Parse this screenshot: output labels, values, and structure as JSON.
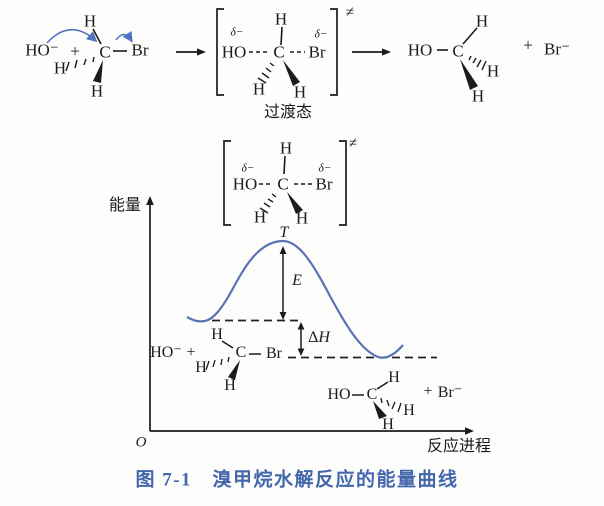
{
  "colors": {
    "curve_blue": "#5a72b4",
    "arrow_blue": "#4f74c0",
    "caption_blue": "#4467ac",
    "ink": "#1b1b1b"
  },
  "symbols": {
    "hydroxide_ion": "HO⁻",
    "hydroxyl": "HO",
    "plus": "+",
    "hydrogen": "H",
    "carbon": "C",
    "bromine": "Br",
    "bromide_ion": "Br⁻",
    "delta_minus": "δ−",
    "transition_symbol": "≠"
  },
  "labels": {
    "transition_state": "过渡态",
    "energy_axis": "能量",
    "progress_axis": "反应进程",
    "origin": "O",
    "peak": "T",
    "activation_energy": "E",
    "enthalpy_delta": "Δ",
    "enthalpy_h": "H"
  },
  "caption": "图 7-1　溴甲烷水解反应的能量曲线",
  "chart_data": {
    "type": "line",
    "title": "溴甲烷水解反应的能量曲线",
    "xlabel": "反应进程",
    "ylabel": "能量",
    "x": [
      0,
      0.08,
      0.2,
      0.44,
      0.65,
      0.91,
      1.0
    ],
    "y_relative_energy": [
      0.58,
      0.57,
      0.72,
      1.0,
      0.55,
      0.38,
      0.45
    ],
    "grid": false,
    "legend": "none",
    "annotations": [
      "T (curve peak, transition state 过渡态 shown above in brackets)",
      "E (activation energy arrow from peak down to reactant level)",
      "ΔH (gap between reactant dashed level and lower product dashed level)",
      "HO⁻ + CH₃Br structure drawn at reactant level",
      "HO–CH₃ + Br⁻ structure drawn at product level"
    ]
  }
}
